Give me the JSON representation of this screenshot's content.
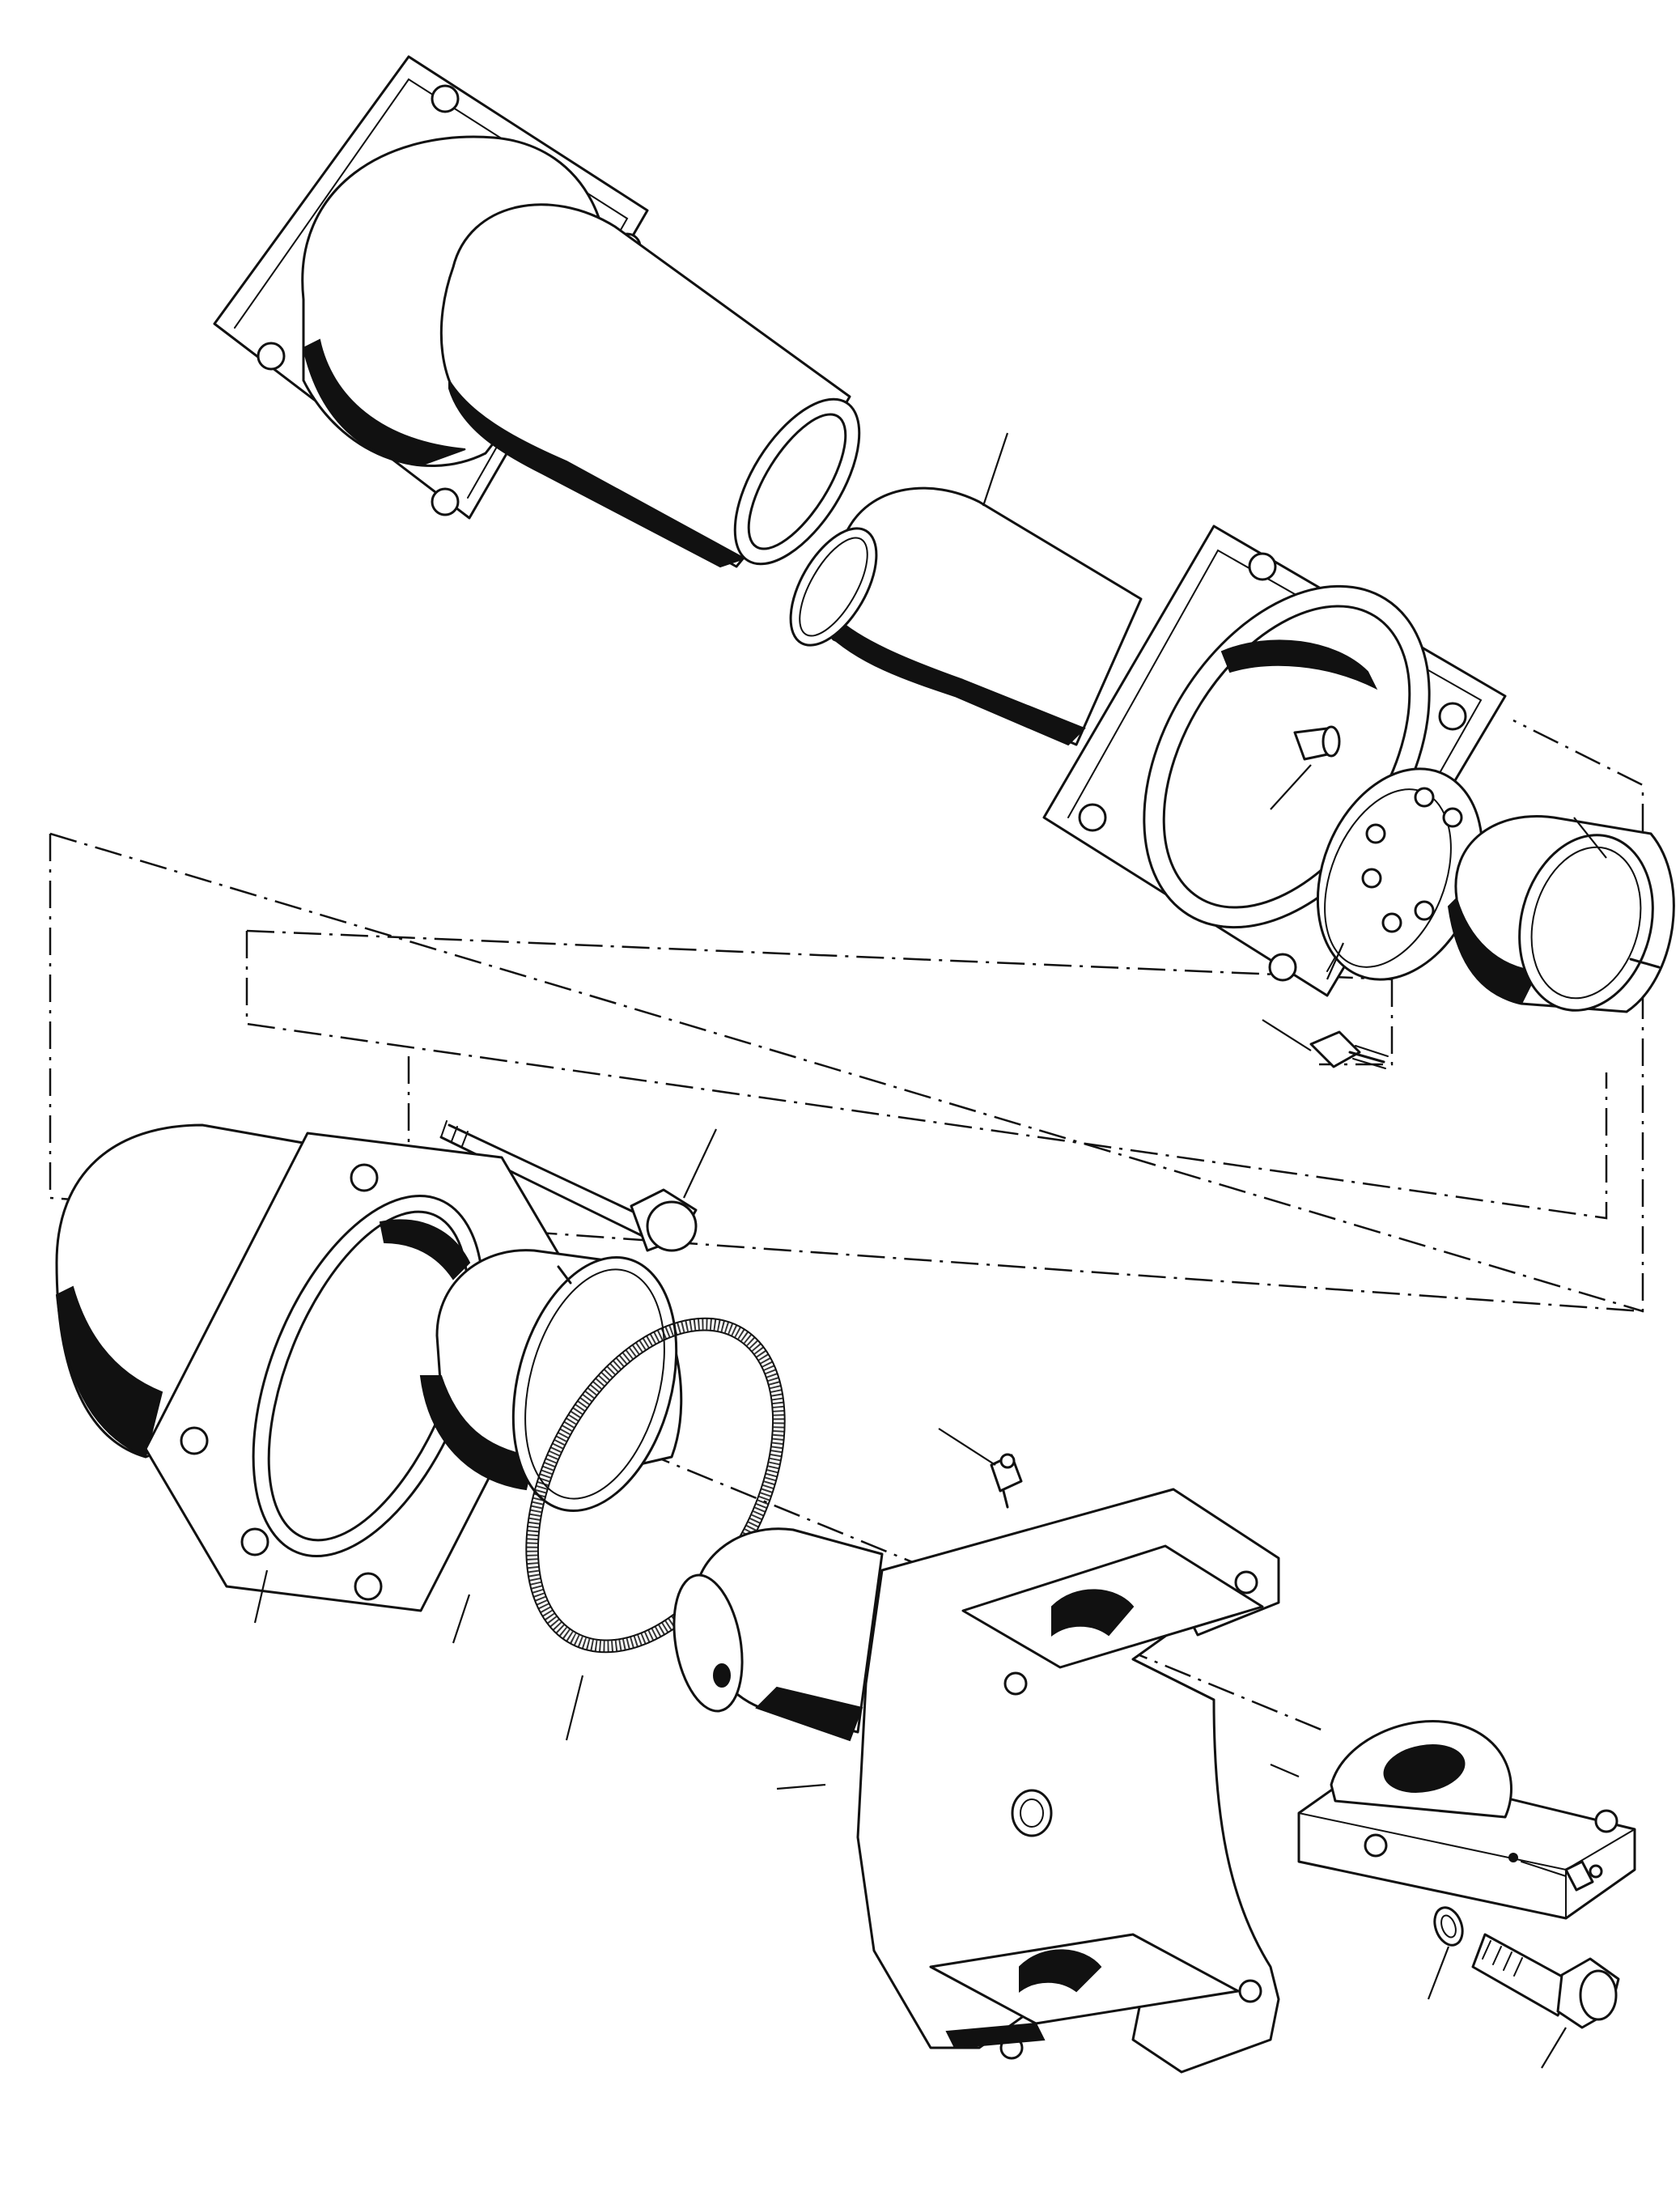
{
  "diagram": {
    "type": "exploded-view-technical-drawing",
    "text_labels": [],
    "parts": [
      "upper-flanged-housing",
      "upper-sleeve-bushing",
      "middle-flanged-housing",
      "dowel-pin",
      "thrust-washer",
      "split-bushing-right",
      "flange-screw",
      "long-stud-bolt",
      "lower-hex-flange-housing",
      "lower-split-bushing",
      "felt-seal-ring",
      "grease-fitting-top",
      "steering-yoke",
      "end-cap-block",
      "grease-fitting-side",
      "lock-washer",
      "hex-cap-screw"
    ],
    "colors": {
      "ink": "#111111",
      "paper": "#ffffff"
    }
  }
}
